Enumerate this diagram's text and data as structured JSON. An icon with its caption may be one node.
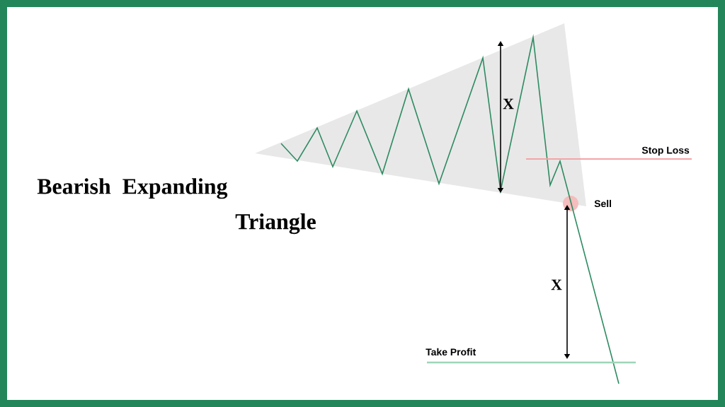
{
  "diagram": {
    "title": "Bearish Expanding Triangle",
    "labels": [
      "X",
      "Stop Loss",
      "Sell",
      "X",
      "Take Profit"
    ]
  }
}
